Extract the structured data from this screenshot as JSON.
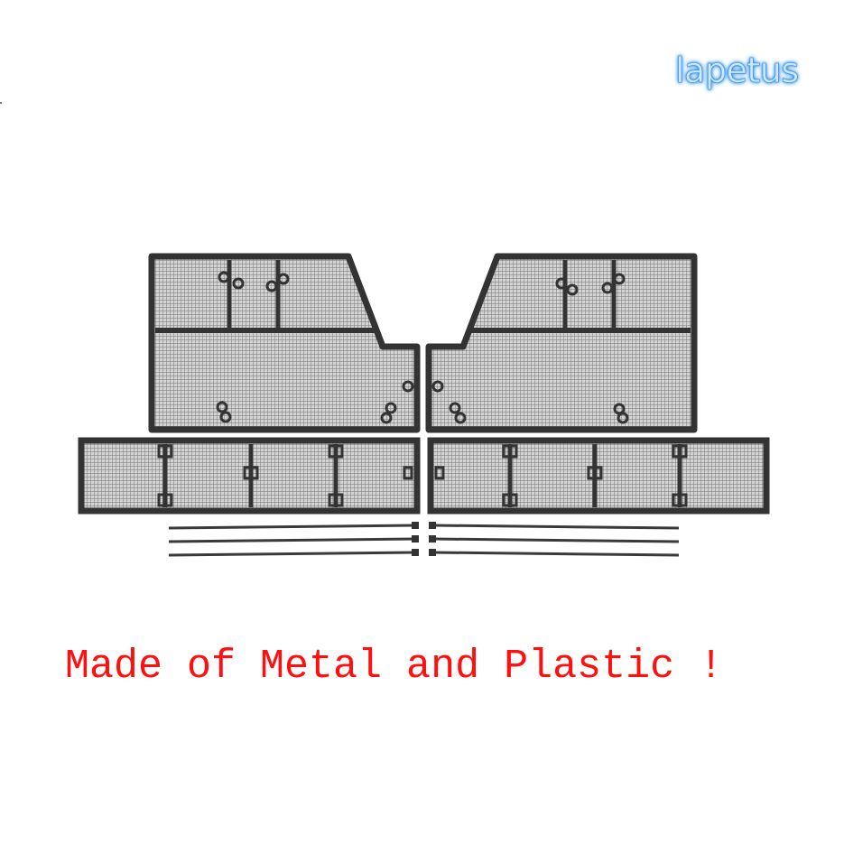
{
  "brand": {
    "text": "lapetus",
    "color": "#cfe6fb",
    "glow_color": "#2a8ee8"
  },
  "caption": {
    "text": "Made of Metal and Plastic !",
    "color": "#ff1010"
  },
  "product": {
    "pieces": [
      "upper-left-grille-mesh",
      "upper-right-grille-mesh",
      "lower-left-grille-mesh",
      "lower-right-grille-mesh",
      "cable-tie-1",
      "cable-tie-2",
      "cable-tie-3",
      "cable-tie-4",
      "cable-tie-5",
      "cable-tie-6"
    ],
    "frame_color": "#3a3a3a",
    "mesh_color": "#8a8a8a"
  }
}
